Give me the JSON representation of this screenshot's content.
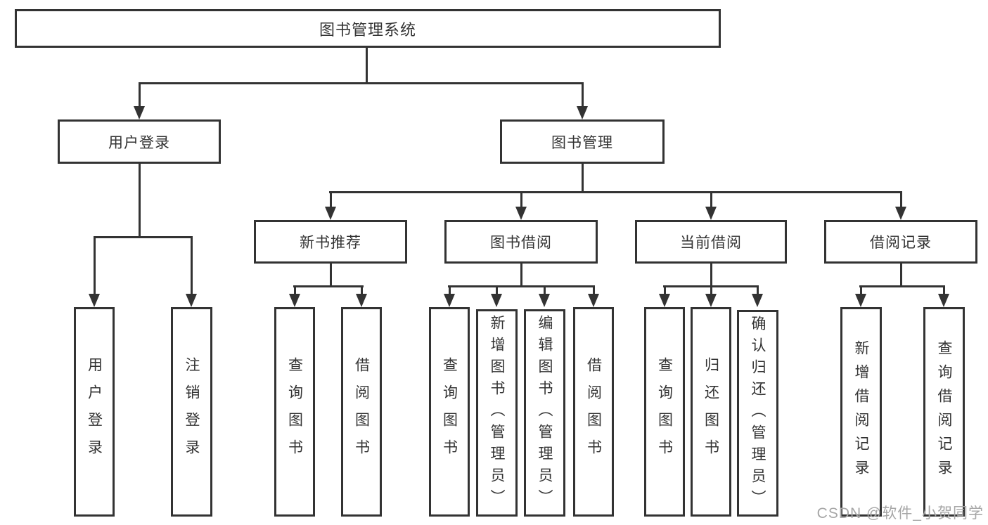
{
  "tree": {
    "root": {
      "label": "图书管理系统"
    },
    "children": [
      {
        "label": "用户登录",
        "children": [
          {
            "label": "用户登录"
          },
          {
            "label": "注销登录"
          }
        ]
      },
      {
        "label": "图书管理",
        "children": [
          {
            "label": "新书推荐",
            "children": [
              {
                "label": "查询图书"
              },
              {
                "label": "借阅图书"
              }
            ]
          },
          {
            "label": "图书借阅",
            "children": [
              {
                "label": "查询图书"
              },
              {
                "label": "新增图书（管理员）"
              },
              {
                "label": "编辑图书（管理员）"
              },
              {
                "label": "借阅图书"
              }
            ]
          },
          {
            "label": "当前借阅",
            "children": [
              {
                "label": "查询图书"
              },
              {
                "label": "归还图书"
              },
              {
                "label": "确认归还（管理员）"
              }
            ]
          },
          {
            "label": "借阅记录",
            "children": [
              {
                "label": "新增借阅记录"
              },
              {
                "label": "查询借阅记录"
              }
            ]
          }
        ]
      }
    ]
  },
  "watermark": {
    "text": "CSDN @软件_小贺同学"
  },
  "colors": {
    "line": "#333333",
    "text": "#333333",
    "watermark": "#a6a6a6",
    "background": "#ffffff"
  }
}
